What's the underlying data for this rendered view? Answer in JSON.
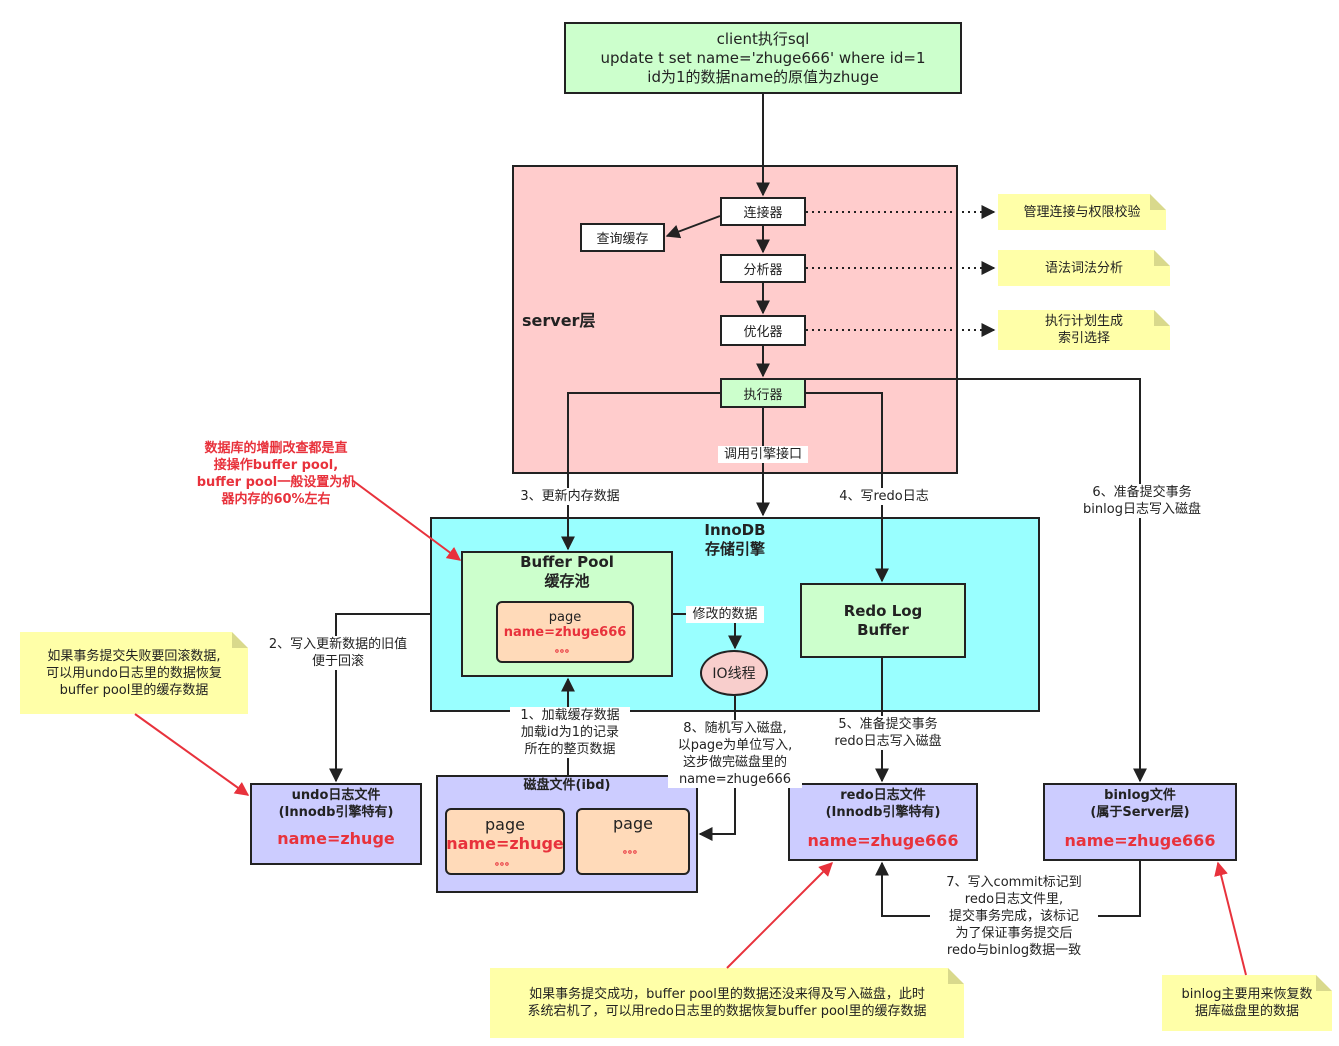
{
  "client": {
    "line1": "client执行sql",
    "line2": "update t set name='zhuge666' where id=1",
    "line3": "id为1的数据name的原值为zhuge"
  },
  "server": {
    "title": "server层",
    "connector": "连接器",
    "query_cache": "查询缓存",
    "parser": "分析器",
    "optimizer": "优化器",
    "executor": "执行器",
    "call_engine": "调用引擎接口"
  },
  "notes": {
    "connector": "管理连接与权限校验",
    "parser": "语法词法分析",
    "optimizer": "执行计划生成\n索引选择",
    "undo": "如果事务提交失败要回滚数据,\n可以用undo日志里的数据恢复\nbuffer pool里的缓存数据",
    "redo": "如果事务提交成功，buffer pool里的数据还没来得及写入磁盘，此时\n系统宕机了，可以用redo日志里的数据恢复buffer pool里的缓存数据",
    "binlog": "binlog主要用来恢复数\n据库磁盘里的数据"
  },
  "red_annotation": "数据库的增删改查都是直\n接操作buffer pool,\nbuffer pool一般设置为机\n器内存的60%左右",
  "innodb": {
    "title": "InnoDB\n存储引擎",
    "buffer_pool_title": "Buffer Pool\n缓存池",
    "page_label": "page",
    "page_value": "name=zhuge666",
    "page_dots": "。。。",
    "io_thread": "IO线程",
    "redo_buffer": "Redo Log\nBuffer"
  },
  "steps": {
    "s1": "1、加载缓存数据\n加载id为1的记录\n所在的整页数据",
    "s2": "2、写入更新数据的旧值\n便于回滚",
    "s3": "3、更新内存数据",
    "s4": "4、写redo日志",
    "s5": "5、准备提交事务\nredo日志写入磁盘",
    "s6": "6、准备提交事务\nbinlog日志写入磁盘",
    "s7": "7、写入commit标记到\nredo日志文件里,\n提交事务完成，该标记\n为了保证事务提交后\nredo与binlog数据一致",
    "s8": "8、随机写入磁盘,\n以page为单位写入,\n这步做完磁盘里的\nname=zhuge666",
    "modified": "修改的数据"
  },
  "disk": {
    "title": "磁盘文件(ibd)",
    "page1_label": "page",
    "page1_value": "name=zhuge",
    "page1_dots": "。。。",
    "page2_label": "page",
    "page2_dots": "。。。"
  },
  "undo_file": {
    "title": "undo日志文件\n(Innodb引擎特有)",
    "value": "name=zhuge"
  },
  "redo_file": {
    "title": "redo日志文件\n(Innodb引擎特有)",
    "value": "name=zhuge666"
  },
  "binlog_file": {
    "title": "binlog文件\n(属于Server层)",
    "value": "name=zhuge666"
  },
  "colors": {
    "client_bg": "#ccffcc",
    "server_bg": "#ffcccc",
    "innodb_bg": "#99ffff",
    "buffer_pool_bg": "#ccffcc",
    "page_bg": "#ffdab9",
    "io_bg": "#f8cecc",
    "file_bg": "#ccccff",
    "note_bg": "#ffffa8",
    "red": "#e8323c"
  }
}
